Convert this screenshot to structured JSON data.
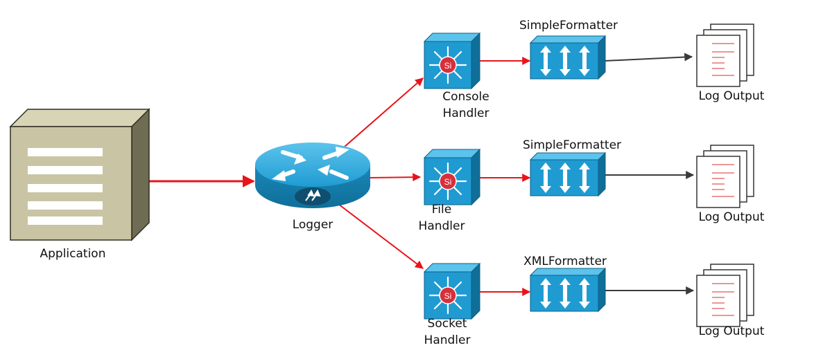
{
  "application": {
    "label": "Application"
  },
  "logger": {
    "label": "Logger"
  },
  "handlers": [
    {
      "line1": "Console",
      "line2": "Handler",
      "formatter": "SimpleFormatter",
      "output": "Log Output"
    },
    {
      "line1": "File",
      "line2": "Handler",
      "formatter": "SimpleFormatter",
      "output": "Log Output"
    },
    {
      "line1": "Socket",
      "line2": "Handler",
      "formatter": "XMLFormatter",
      "output": "Log Output"
    }
  ],
  "colors": {
    "arrow_red": "#e8141a",
    "arrow_gray": "#3a3a3a",
    "device_blue": "#1f9bd2",
    "device_blue_dark": "#0f6f99",
    "app_face": "#c9c5a4",
    "app_dark": "#6e6c52",
    "si_red": "#d6303a"
  },
  "icons": {
    "application": "server-box-icon",
    "logger": "router-icon",
    "handler": "multilayer-switch-icon",
    "formatter": "ids-formatter-icon",
    "output": "document-stack-icon"
  }
}
